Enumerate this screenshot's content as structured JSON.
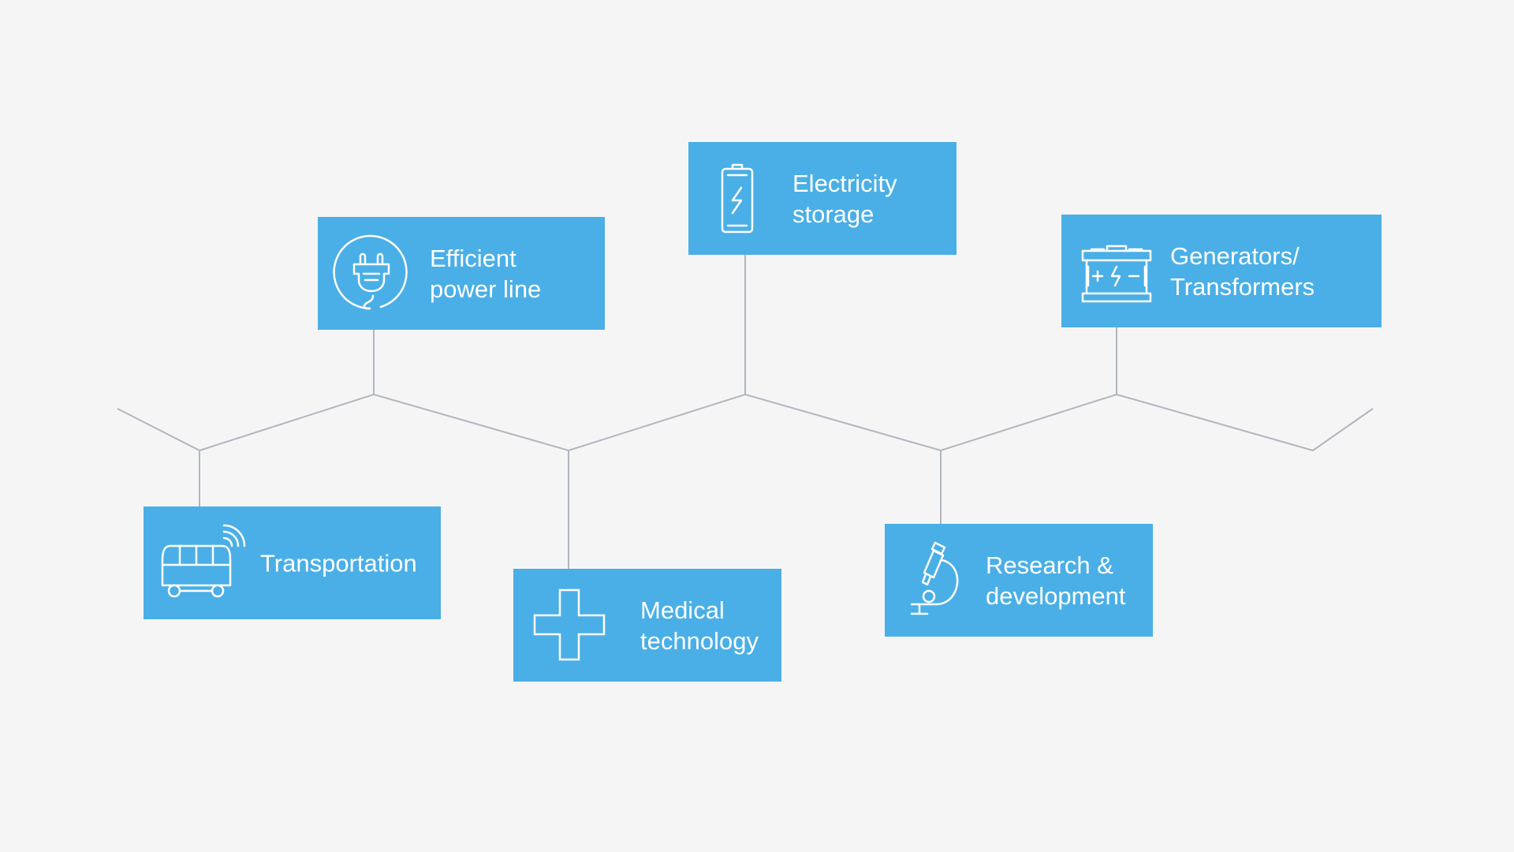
{
  "colors": {
    "background": "#f6f5f6",
    "box_fill": "#4aafe6",
    "box_text": "#ffffff",
    "connector": "#b0b6bf"
  },
  "nodes": [
    {
      "id": "efficient-power-line",
      "icon": "plug-icon",
      "label_lines": [
        "Efficient",
        "power line"
      ]
    },
    {
      "id": "electricity-storage",
      "icon": "battery-icon",
      "label_lines": [
        "Electricity",
        "storage"
      ]
    },
    {
      "id": "generators-transformers",
      "icon": "car-battery-icon",
      "label_lines": [
        "Generators/",
        "Transformers"
      ]
    },
    {
      "id": "transportation",
      "icon": "bus-icon",
      "label_lines": [
        "Transportation"
      ]
    },
    {
      "id": "medical-technology",
      "icon": "medical-cross-icon",
      "label_lines": [
        "Medical",
        "technology"
      ]
    },
    {
      "id": "research-development",
      "icon": "microscope-icon",
      "label_lines": [
        "Research &",
        "development"
      ]
    }
  ]
}
